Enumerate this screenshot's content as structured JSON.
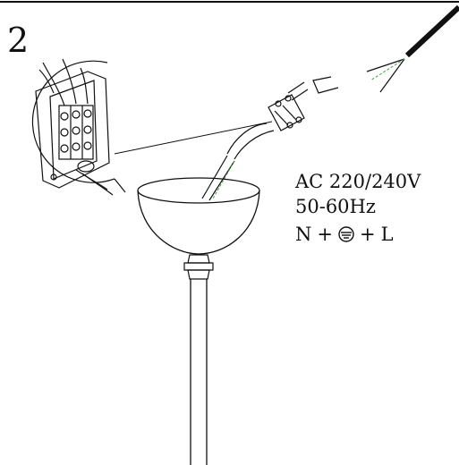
{
  "step": {
    "number": "2"
  },
  "specs": {
    "voltage": "AC 220/240V",
    "frequency": "50-60Hz",
    "terminals": {
      "neutral": "N",
      "plus_left": "+",
      "plus_right": "+",
      "live": "L"
    }
  },
  "icons": {
    "earth": "earth-ground-icon"
  },
  "colors": {
    "line": "#111111",
    "earth_wire": "#3aa63a"
  }
}
